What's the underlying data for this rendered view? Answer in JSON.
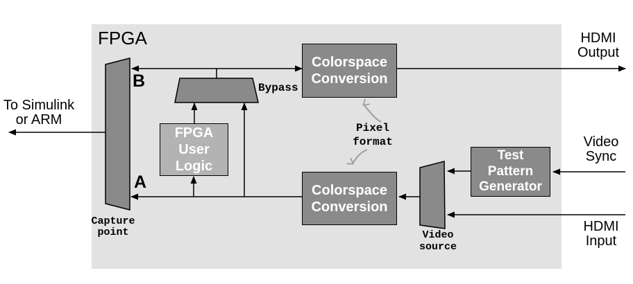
{
  "diagram": {
    "region_label": "FPGA",
    "colors": {
      "region_bg": "#e2e2e2",
      "block_fill": "#8a8a8a",
      "user_logic_fill": "#b3b3b3",
      "outline": "#000000",
      "block_text": "#ffffff",
      "squiggle_arrow": "#9e9e9e"
    },
    "blocks": {
      "colorspace_top": {
        "line1": "Colorspace",
        "line2": "Conversion"
      },
      "colorspace_bottom": {
        "line1": "Colorspace",
        "line2": "Conversion"
      },
      "fpga_user_logic": {
        "line1": "FPGA",
        "line2": "User",
        "line3": "Logic"
      },
      "test_pattern_generator": {
        "line1": "Test",
        "line2": "Pattern",
        "line3": "Generator"
      }
    },
    "annotations": {
      "port_b": "B",
      "port_a": "A",
      "bypass": "Bypass",
      "pixel_format": {
        "line1": "Pixel",
        "line2": "format"
      },
      "capture_point": {
        "line1": "Capture",
        "line2": "point"
      },
      "video_source": {
        "line1": "Video",
        "line2": "source"
      }
    },
    "external_labels": {
      "to_simulink": {
        "line1": "To Simulink",
        "line2": "or ARM"
      },
      "hdmi_output": {
        "line1": "HDMI",
        "line2": "Output"
      },
      "video_sync": {
        "line1": "Video",
        "line2": "Sync"
      },
      "hdmi_input": {
        "line1": "HDMI",
        "line2": "Input"
      }
    }
  }
}
